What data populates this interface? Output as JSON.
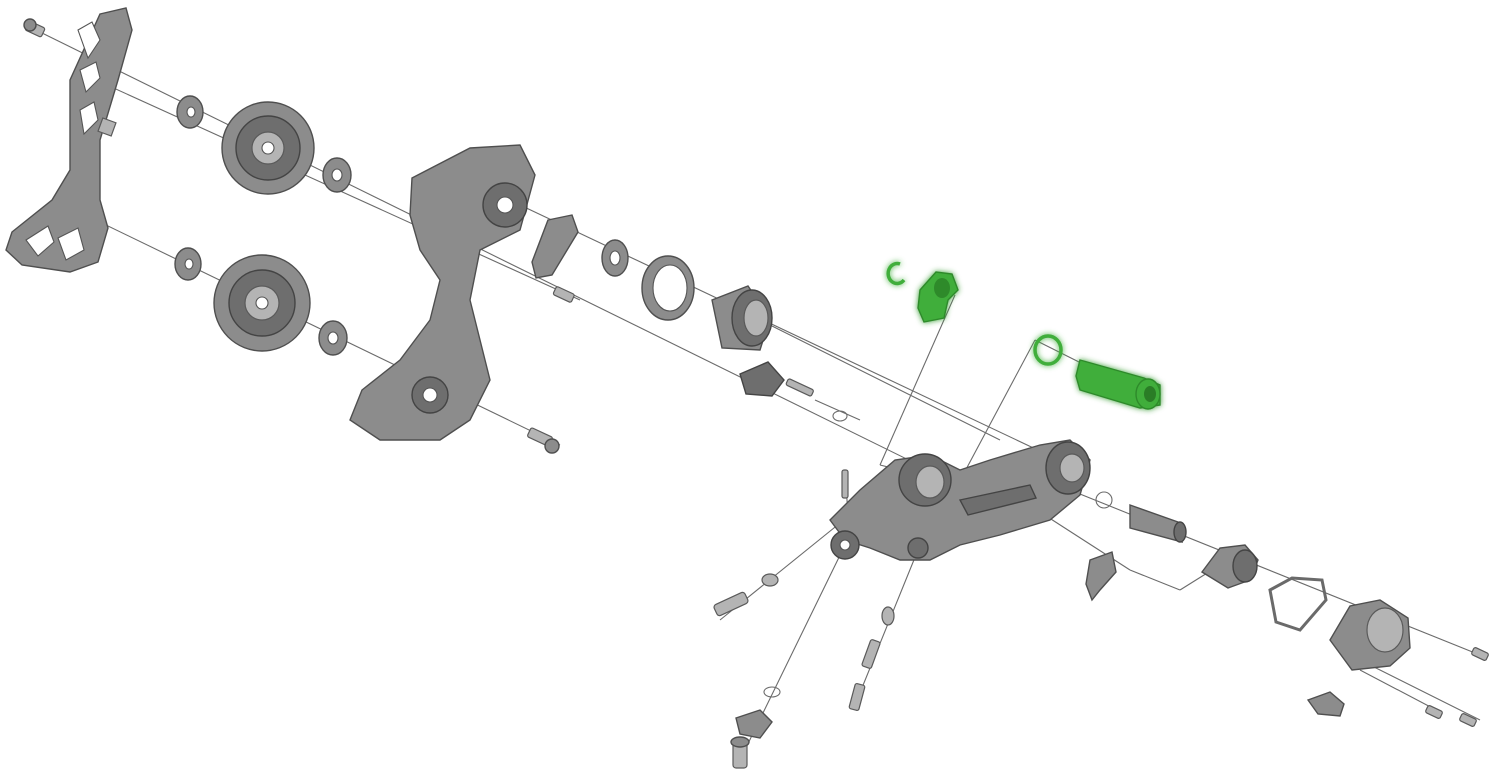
{
  "diagram": {
    "type": "exploded-parts-view",
    "highlight_color": "#3fae3a",
    "part_color": "#8c8c8c",
    "line_color": "#6b6b6b",
    "background_color": "#ffffff",
    "highlighted_parts": [
      "retaining-clip",
      "tension-cam",
      "o-ring",
      "pivot-axle"
    ]
  }
}
